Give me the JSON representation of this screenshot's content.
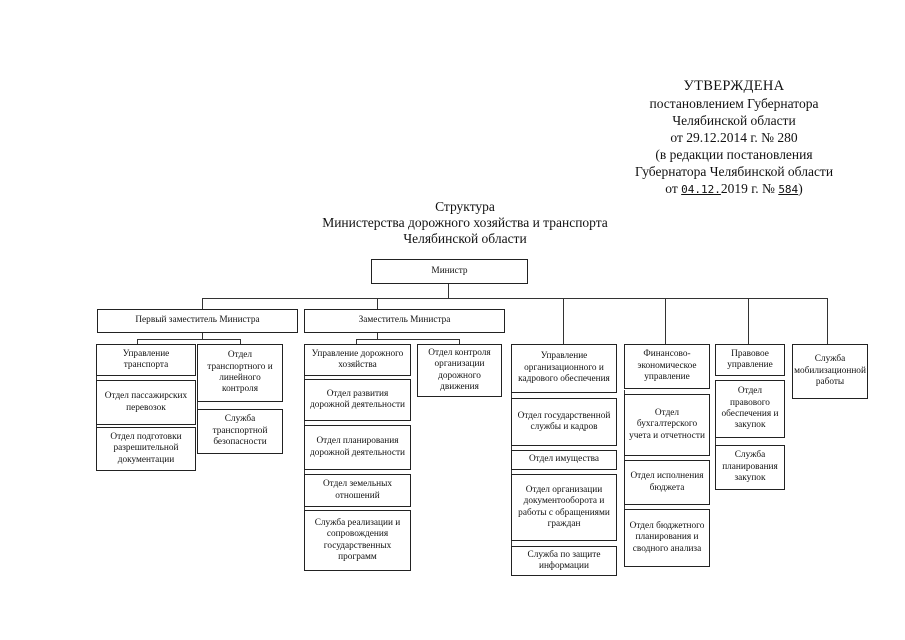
{
  "approval": {
    "heading": "УТВЕРЖДЕНА",
    "line1": "постановлением Губернатора",
    "line2": "Челябинской области",
    "line3": "от 29.12.2014 г. № 280",
    "line4": "(в редакции постановления",
    "line5": "Губернатора Челябинской области",
    "date_prefix": "от",
    "date_value": "04.12.",
    "date_year": "2019 г. №",
    "number_value": "584",
    "date_suffix": ")"
  },
  "title": {
    "line1": "Структура",
    "line2": "Министерства дорожного хозяйства и транспорта",
    "line3": "Челябинской области"
  },
  "org": {
    "minister": "Министр",
    "first_deputy": "Первый заместитель Министра",
    "deputy": "Заместитель Министра",
    "transport_dept": "Управление транспорта",
    "passenger_div": "Отдел пассажирских перевозок",
    "permits_div": "Отдел подготовки разрешительной документации",
    "transport_control_div": "Отдел транспортного и линейного контроля",
    "transport_security_service": "Служба транспортной безопасности",
    "road_dept": "Управление дорожного хозяйства",
    "road_dev_div": "Отдел развития дорожной деятельности",
    "road_planning_div": "Отдел планирования дорожной деятельности",
    "land_div": "Отдел земельных отношений",
    "programs_service": "Служба реализации и сопровождения государственных программ",
    "traffic_control_div": "Отдел контроля организации дорожного движения",
    "org_hr_dept": "Управление организационного и кадрового обеспечения",
    "civil_service_div": "Отдел государственной службы и кадров",
    "property_div": "Отдел имущества",
    "docflow_div": "Отдел организации документооборота и работы с обращениями граждан",
    "info_protection_service": "Служба по защите информации",
    "finance_dept": "Финансово-экономическое управление",
    "accounting_div": "Отдел бухгалтерского учета и отчетности",
    "budget_exec_div": "Отдел исполнения бюджета",
    "budget_planning_div": "Отдел бюджетного планирования и сводного анализа",
    "legal_dept": "Правовое управление",
    "legal_support_div": "Отдел правового обеспечения и закупок",
    "procurement_planning_service": "Служба планирования закупок",
    "mobilization_service": "Служба мобилизационной работы"
  }
}
